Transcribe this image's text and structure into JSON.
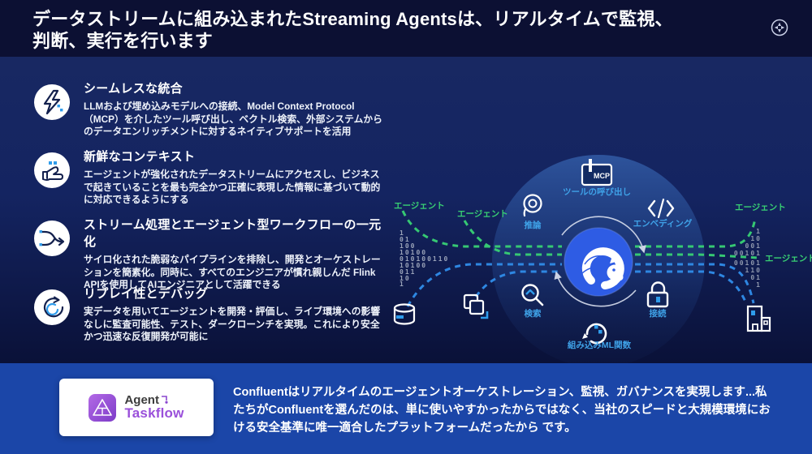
{
  "header": {
    "title_line1": "データストリームに組み込まれたStreaming Agentsは、リアルタイムで監視、",
    "title_line2": "判断、実行を行います"
  },
  "features": [
    {
      "title": "シームレスな統合",
      "body": "LLMおよび埋め込みモデルへの接続、Model Context Protocol（MCP）を介したツール呼び出し、ベクトル検索、外部システムからのデータエンリッチメントに対するネイティブサポートを活用"
    },
    {
      "title": "新鮮なコンテキスト",
      "body": "エージェントが強化されたデータストリームにアクセスし、ビジネスで起きていることを最も完全かつ正確に表現した情報に基づいて動的に対応できるようにする"
    },
    {
      "title": "ストリーム処理とエージェント型ワークフローの一元化",
      "body": "サイロ化された脆弱なパイプラインを排除し、開発とオーケストレーションを簡素化。同時に、すべてのエンジニアが慣れ親しんだ Flink APIを使用してAIエンジニアとして活躍できる"
    },
    {
      "title": "リプレイ性とデバッグ",
      "body": "実データを用いてエージェントを開発・評価し、ライブ環境への影響なしに監査可能性、テスト、ダークローンチを実現。これにより安全かつ迅速な反復開発が可能に"
    }
  ],
  "diagram": {
    "agent_label": "エージェント",
    "mcp_text": "MCP",
    "nodes": {
      "tool_call": "ツールの呼び出し",
      "inference": "推論",
      "embedding": "エンベディング",
      "search": "検索",
      "connect": "接続",
      "ml_functions": "組み込みML関数"
    },
    "binary_left": [
      "1",
      "01",
      "100",
      "10100",
      "010100110",
      "10100",
      "011",
      "10",
      "1"
    ],
    "binary_right": [
      "1",
      "10",
      "001",
      "00101",
      "00101",
      "110",
      "01",
      "1"
    ]
  },
  "footer": {
    "logo_top": "Agent",
    "logo_bottom": "Taskflow",
    "quote": "Confluentはリアルタイムのエージェントオーケストレーション、監視、ガバナンスを実現します...私たちがConfluentを選んだのは、単に使いやすかったからではなく、当社のスピードと大規模環境における安全基準に唯一適合したプラットフォームだったから です。"
  },
  "colors": {
    "header_bg": "#0c1033",
    "footer_blue": "#1b46a8",
    "accent_cyan": "#3fa2e8",
    "accent_green": "#38cf73",
    "dash_blue": "#2e87e2",
    "center_blue": "#2e5ce4",
    "logo_purple": "#9a50da"
  }
}
